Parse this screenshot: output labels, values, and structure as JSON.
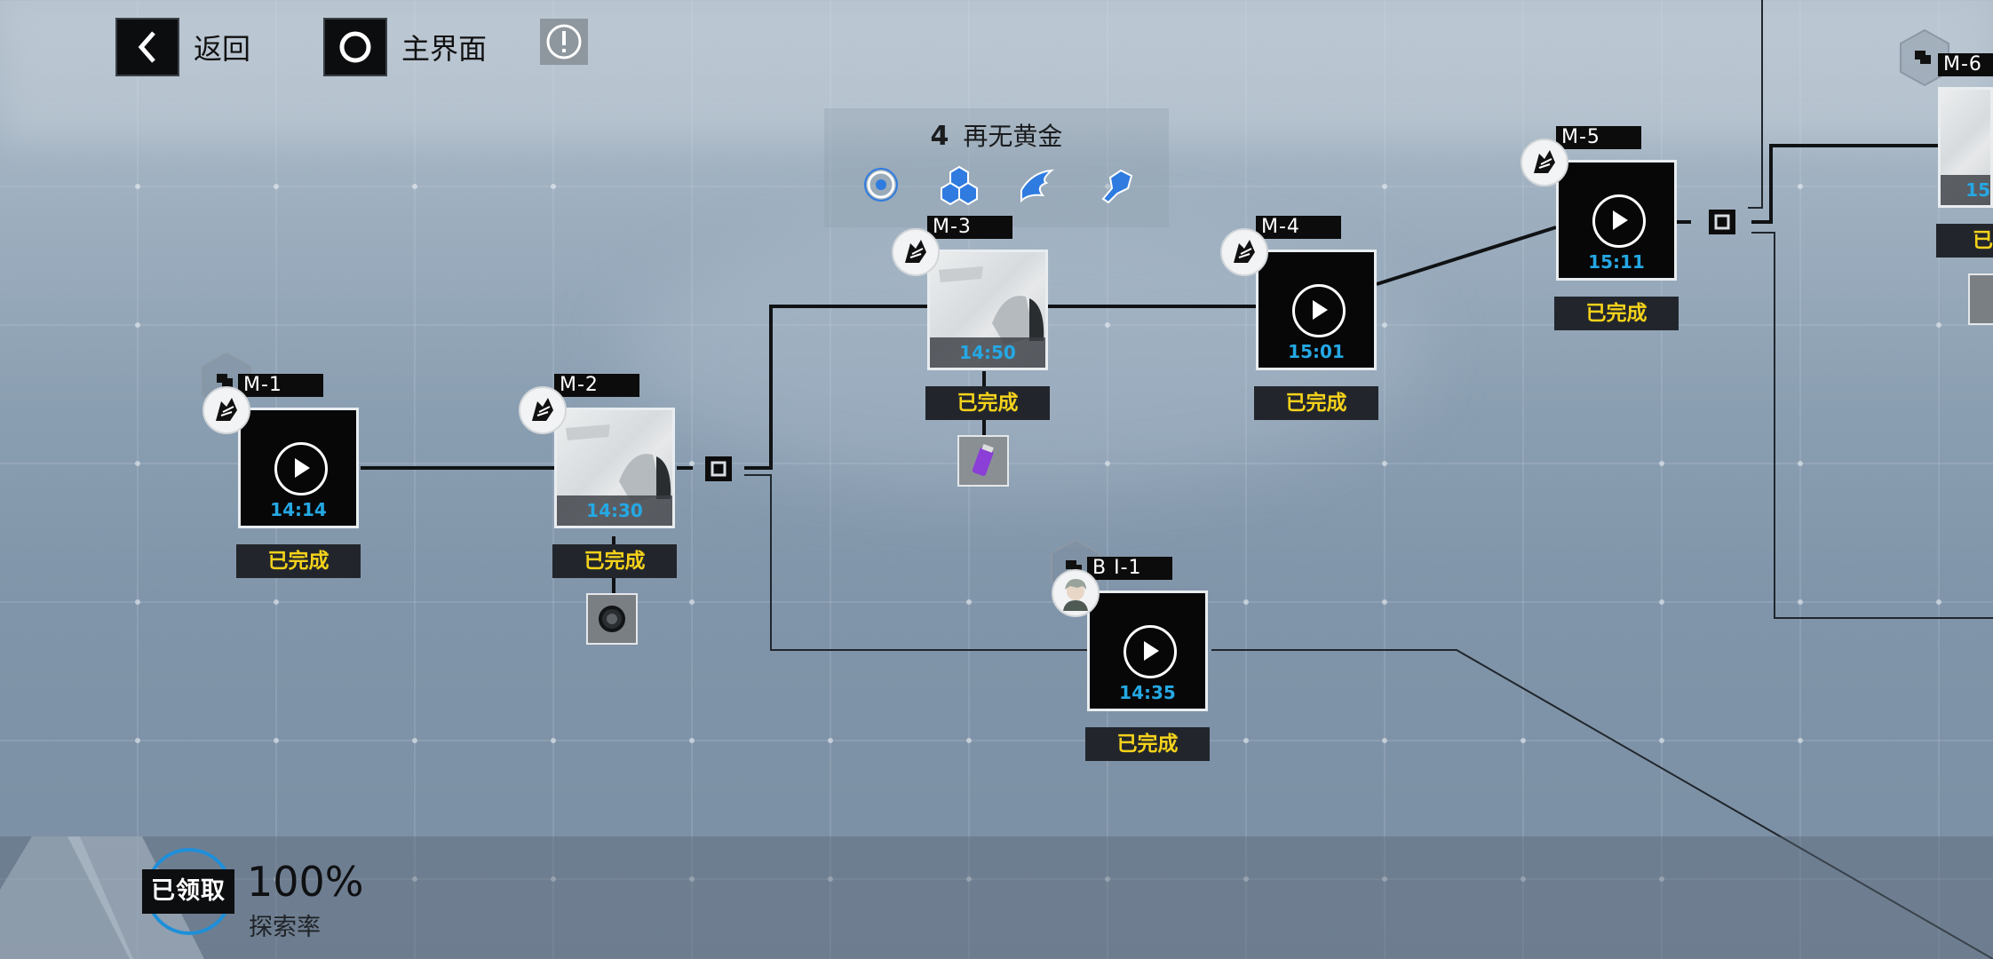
{
  "topbar": {
    "back_label": "返回",
    "home_label": "主界面"
  },
  "chapter": {
    "number": "4",
    "title": "再无黄金",
    "icons": [
      "target-icon",
      "cubes-icon",
      "lightning-icon",
      "fist-icon"
    ]
  },
  "stages": [
    {
      "code": "M-1",
      "time": "14:14",
      "status": "已完成"
    },
    {
      "code": "M-2",
      "time": "14:30",
      "status": "已完成"
    },
    {
      "code": "M-3",
      "time": "14:50",
      "status": "已完成"
    },
    {
      "code": "M-4",
      "time": "15:01",
      "status": "已完成"
    },
    {
      "code": "M-5",
      "time": "15:11",
      "status": "已完成"
    },
    {
      "code": "B I-1",
      "time": "14:35",
      "status": "已完成"
    },
    {
      "code": "M-6",
      "time": "15",
      "status": "已"
    }
  ],
  "exploration": {
    "claim_label": "已领取",
    "percent": "100%",
    "label": "探索率"
  },
  "colors": {
    "time_blue": "#25a8e4",
    "status_yellow": "#f4d21b",
    "claim_ring": "#1e8fd9"
  }
}
